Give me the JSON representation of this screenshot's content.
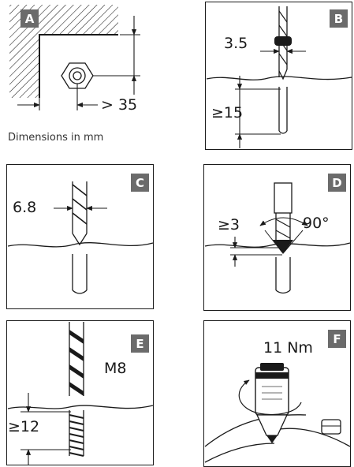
{
  "panels": {
    "a": {
      "badge": "A",
      "dim": "> 35",
      "caption": "Dimensions in mm"
    },
    "b": {
      "badge": "B",
      "dim_drill": "3.5",
      "dim_depth": "15",
      "depth_prefix": "≥"
    },
    "c": {
      "badge": "C",
      "dim_drill": "6.8"
    },
    "d": {
      "badge": "D",
      "dim_depth": "3",
      "depth_prefix": "≥",
      "angle": "90°"
    },
    "e": {
      "badge": "E",
      "thread": "M8",
      "dim_depth": "12",
      "depth_prefix": "≥"
    },
    "f": {
      "badge": "F",
      "torque": "11 Nm"
    }
  },
  "colors": {
    "badge_bg": "#6b6b6b",
    "line": "#1a1a1a",
    "hatch": "#1a1a1a"
  }
}
